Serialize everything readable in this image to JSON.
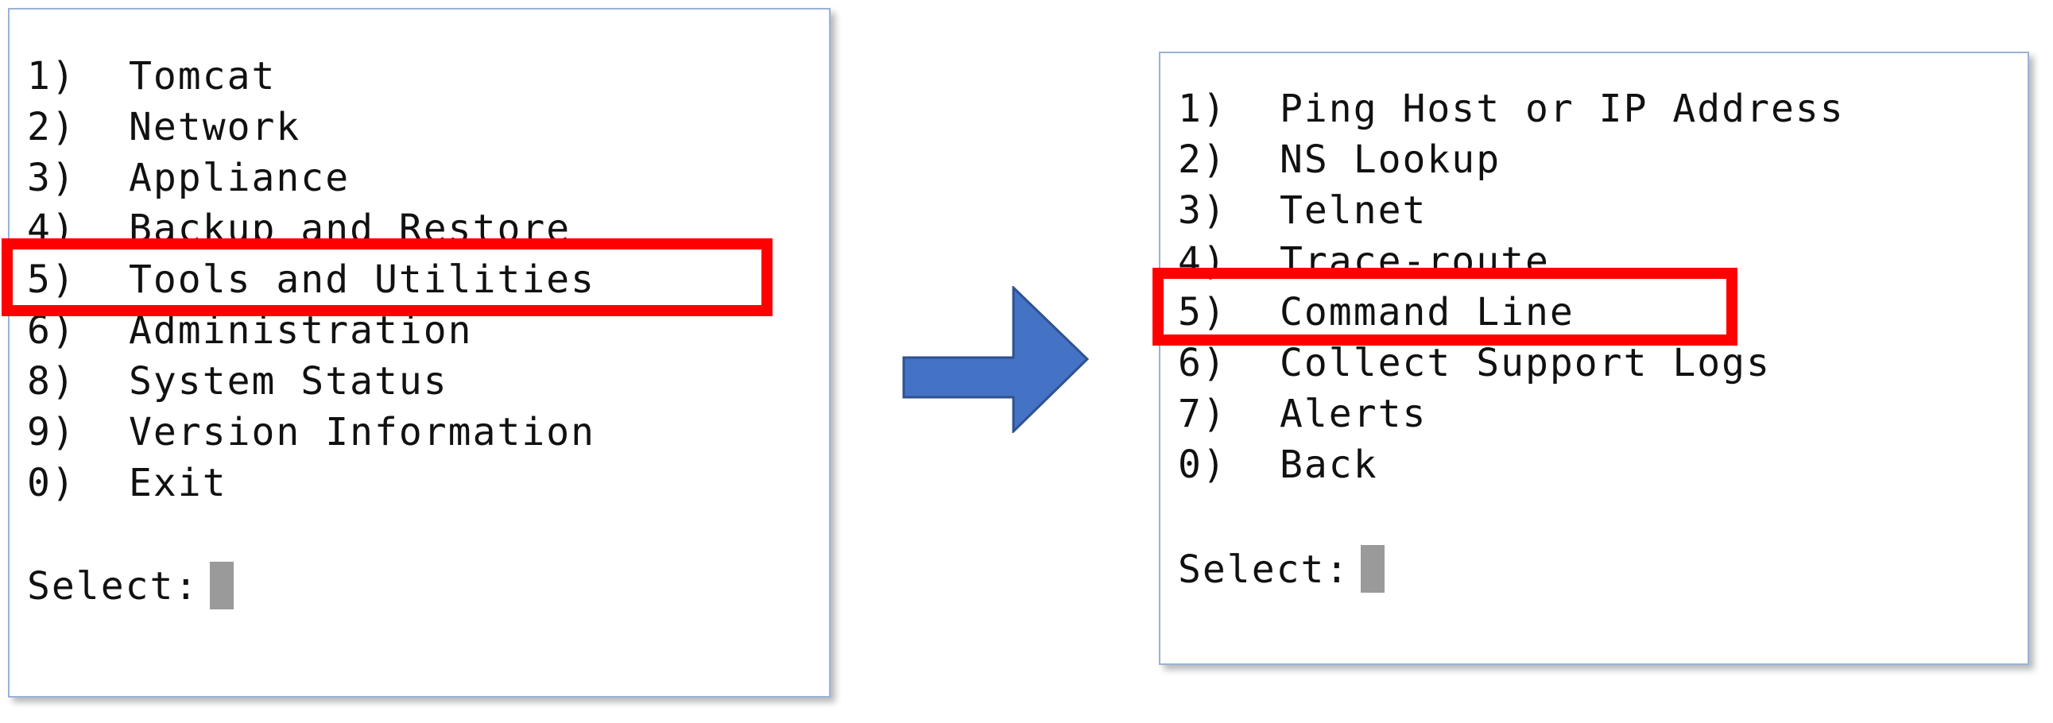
{
  "left_menu": {
    "items": [
      {
        "num": "1)",
        "label": "Tomcat"
      },
      {
        "num": "2)",
        "label": "Network"
      },
      {
        "num": "3)",
        "label": "Appliance"
      },
      {
        "num": "4)",
        "label": "Backup and Restore"
      },
      {
        "num": "5)",
        "label": "Tools and Utilities"
      },
      {
        "num": "6)",
        "label": "Administration"
      },
      {
        "num": "8)",
        "label": "System Status"
      },
      {
        "num": "9)",
        "label": "Version Information"
      },
      {
        "num": "0)",
        "label": "Exit"
      }
    ],
    "prompt": "Select:",
    "highlighted_item": "5) Tools and Utilities"
  },
  "right_menu": {
    "items": [
      {
        "num": "1)",
        "label": "Ping Host or IP Address"
      },
      {
        "num": "2)",
        "label": "NS Lookup"
      },
      {
        "num": "3)",
        "label": "Telnet"
      },
      {
        "num": "4)",
        "label": "Trace-route"
      },
      {
        "num": "5)",
        "label": "Command Line"
      },
      {
        "num": "6)",
        "label": "Collect Support Logs"
      },
      {
        "num": "7)",
        "label": "Alerts"
      },
      {
        "num": "0)",
        "label": "Back"
      }
    ],
    "prompt": "Select:",
    "highlighted_item": "5) Command Line"
  },
  "colors": {
    "highlight": "#ff0000",
    "arrow": "#4472c4",
    "cursor": "#9a9a9a",
    "panel_border": "#9ab3d6"
  },
  "icons": {
    "arrow": "right-arrow-icon"
  }
}
